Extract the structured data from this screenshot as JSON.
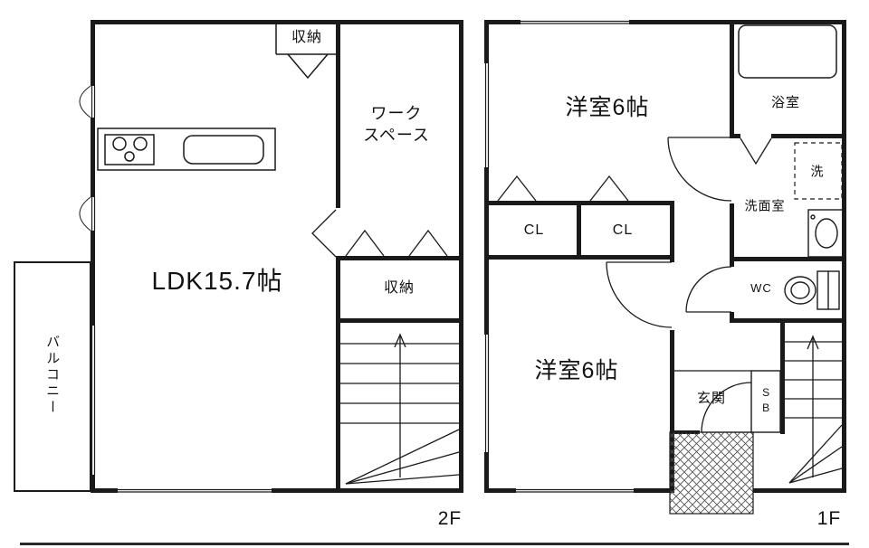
{
  "floor2": {
    "floor_label": "2F",
    "ldk": "LDK15.7帖",
    "workspace": "ワーク\nスペース",
    "storage_top": "収納",
    "storage_mid": "収納",
    "balcony": "バルコニー"
  },
  "floor1": {
    "floor_label": "1F",
    "bedroom_top": "洋室6帖",
    "bedroom_bottom": "洋室6帖",
    "bathroom": "浴室",
    "washer": "洗",
    "washroom": "洗面室",
    "closet1": "CL",
    "closet2": "CL",
    "toilet": "WC",
    "entrance": "玄関",
    "shoe_box": "SB"
  }
}
